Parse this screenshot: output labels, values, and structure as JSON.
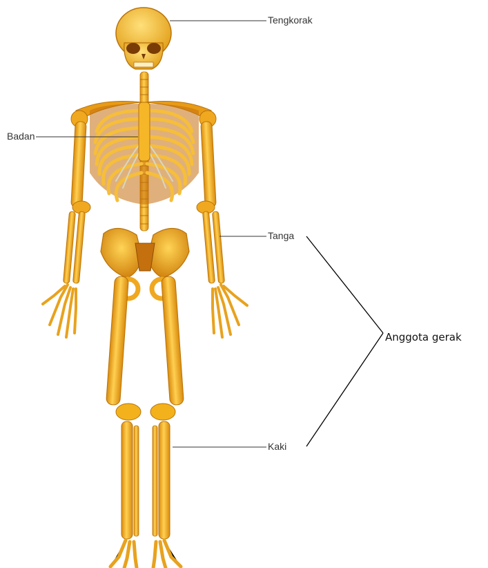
{
  "diagram": {
    "labels": {
      "skull": "Tengkorak",
      "trunk": "Badan",
      "arm": "Tanga",
      "leg": "Kaki",
      "limbs": "Anggota gerak"
    },
    "colors": {
      "bone": "#F3B21B",
      "bone_light": "#FFD35A",
      "bone_dark": "#C97A0A",
      "cartilage": "#D9DCC8",
      "leader_line": "#333333",
      "bracket_line": "#000000"
    }
  }
}
